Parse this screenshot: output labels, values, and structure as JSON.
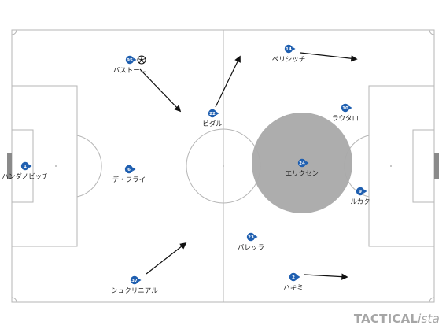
{
  "brand": {
    "main": "TACTICAL",
    "suffix": "ista"
  },
  "colors": {
    "player": "#1f5fb0",
    "line": "#b5b5b5",
    "zone": "#a9a9a9",
    "arrow": "#111111"
  },
  "players": [
    {
      "id": "handanovic",
      "number": "1",
      "name": "ハンダノビッチ",
      "ball": false
    },
    {
      "id": "de-vrij",
      "number": "6",
      "name": "デ・フライ",
      "ball": false
    },
    {
      "id": "bastoni",
      "number": "95",
      "name": "バストーニ",
      "ball": true
    },
    {
      "id": "skriniar",
      "number": "37",
      "name": "シュクリニアル",
      "ball": false
    },
    {
      "id": "vidal",
      "number": "22",
      "name": "ビダル",
      "ball": false
    },
    {
      "id": "barella",
      "number": "23",
      "name": "バレッラ",
      "ball": false
    },
    {
      "id": "eriksen",
      "number": "24",
      "name": "エリクセン",
      "ball": false
    },
    {
      "id": "perisic",
      "number": "14",
      "name": "ペリシッチ",
      "ball": false
    },
    {
      "id": "hakimi",
      "number": "2",
      "name": "ハキミ",
      "ball": false
    },
    {
      "id": "lautaro",
      "number": "10",
      "name": "ラウタロ",
      "ball": false
    },
    {
      "id": "lukaku",
      "number": "9",
      "name": "ルカク",
      "ball": false
    }
  ]
}
